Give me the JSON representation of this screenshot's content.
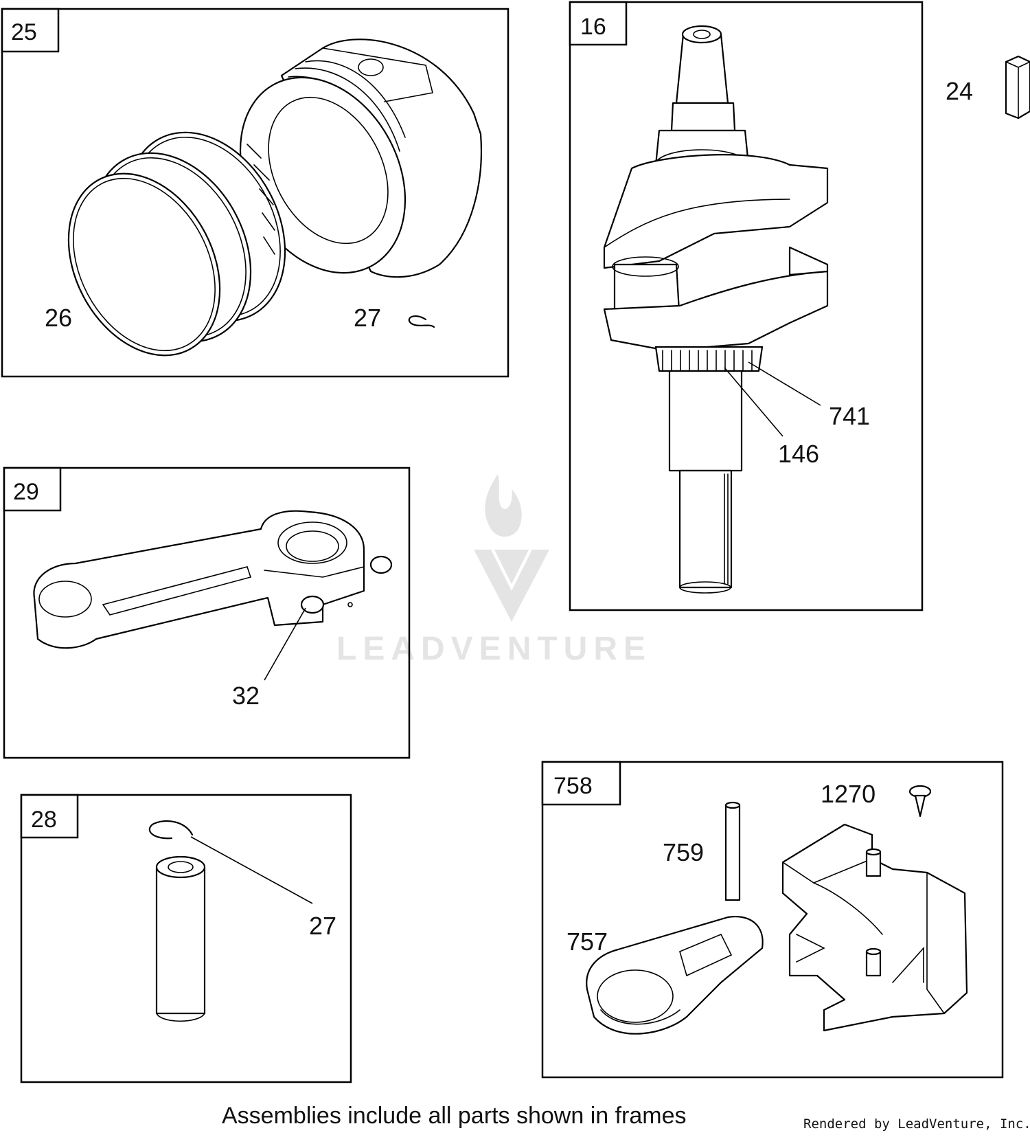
{
  "frames": [
    {
      "id": "25",
      "label": "25"
    },
    {
      "id": "16",
      "label": "16"
    },
    {
      "id": "29",
      "label": "29"
    },
    {
      "id": "28",
      "label": "28"
    },
    {
      "id": "758",
      "label": "758"
    }
  ],
  "callouts": {
    "c24": "24",
    "c26": "26",
    "c27_top": "27",
    "c741": "741",
    "c146": "146",
    "c32": "32",
    "c27_pin": "27",
    "c1270": "1270",
    "c759": "759",
    "c757": "757"
  },
  "watermark": {
    "text": "LEADVENTURE"
  },
  "footer": {
    "caption": "Assemblies include all parts shown in frames",
    "rendered_by": "Rendered by LeadVenture, Inc."
  }
}
